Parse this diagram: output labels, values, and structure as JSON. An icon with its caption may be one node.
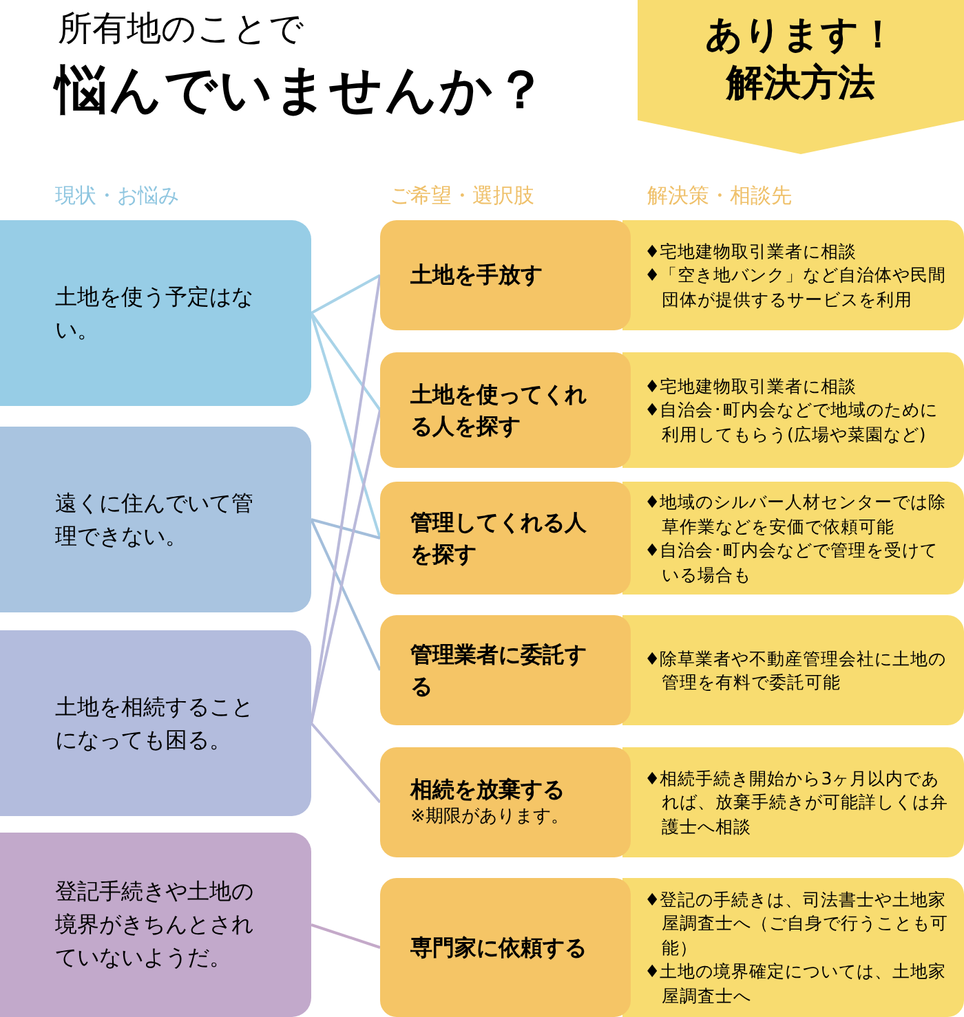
{
  "diagram": {
    "title": "悩んでいませんか？",
    "nodes": [
      {
        "text": [
          "あります！解決方法"
        ]
      },
      {
        "text": [
          "土地を使う予定はない。"
        ]
      },
      {
        "text": [
          "遠くに住んでいて管理できない。"
        ]
      },
      {
        "text": [
          "土地を相続することになっても困る。"
        ]
      },
      {
        "text": [
          "登記手続きや土地の境界がきちんとされていないようだ。"
        ]
      },
      {
        "text": [
          "土地を手放す"
        ]
      },
      {
        "text": [
          "土地を使ってくれる人を探す"
        ]
      },
      {
        "text": [
          "管理してくれる人を探す"
        ]
      },
      {
        "text": [
          "管理業者に委託する"
        ]
      },
      {
        "text": [
          "相続を放棄する",
          "※期限があります。"
        ]
      },
      {
        "text": [
          "専門家に依頼する"
        ]
      },
      {
        "text": [
          "♦宅地建物取引業者に相談",
          "♦「空き地バンク」など自治体や民間団体が提供するサービスを利用"
        ]
      },
      {
        "text": [
          "♦宅地建物取引業者に相談",
          "♦自治会･町内会などで地域のために利用してもらう(広場や菜園など)"
        ]
      },
      {
        "text": [
          "♦地域のシルバー人材センターでは除草作業などを安価で依頼可能",
          "♦自治会･町内会などで管理を受けている場合も"
        ]
      },
      {
        "text": [
          "♦除草業者や不動産管理会社に土地の管理を有料で委託可能"
        ]
      },
      {
        "text": [
          "♦相続手続き開始から3ヶ月以内であれば、放棄手続きが可能詳しくは弁護士へ相談"
        ]
      },
      {
        "text": [
          "♦登記の手続きは、司法書士や土地家屋調査士へ（ご自身で行うことも可能）",
          "♦土地の境界確定については、土地家屋調査士へ"
        ]
      }
    ],
    "edges": [
      {
        "from": 1,
        "to": 5,
        "arrow": "none",
        "color": "#a8d3e8"
      },
      {
        "from": 1,
        "to": 6,
        "arrow": "none",
        "color": "#a8d3e8"
      },
      {
        "from": 1,
        "to": 7,
        "arrow": "none",
        "color": "#a8d3e8"
      },
      {
        "from": 2,
        "to": 7,
        "arrow": "none",
        "color": "#a3bedb"
      },
      {
        "from": 2,
        "to": 8,
        "arrow": "none",
        "color": "#a3bedb"
      },
      {
        "from": 3,
        "to": 5,
        "arrow": "none",
        "color": "#b9b9da"
      },
      {
        "from": 3,
        "to": 6,
        "arrow": "none",
        "color": "#b9b9da"
      },
      {
        "from": 3,
        "to": 9,
        "arrow": "none",
        "color": "#b9b9da"
      },
      {
        "from": 4,
        "to": 10,
        "arrow": "none",
        "color": "#c4a9c9"
      }
    ],
    "labels": [
      "所有地のことで",
      "現状・お悩み",
      "ご希望・選択肢",
      "解決策・相談先"
    ]
  }
}
